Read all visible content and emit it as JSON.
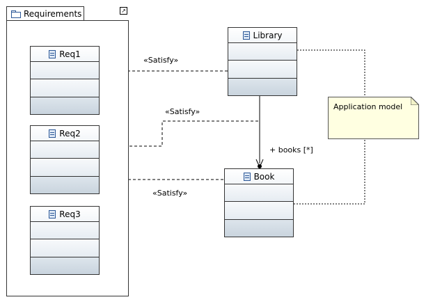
{
  "package": {
    "name": "Requirements",
    "icon": "folder-icon",
    "action_icon": "maximize-icon"
  },
  "classes": [
    {
      "name": "Req1",
      "icon": "class-icon"
    },
    {
      "name": "Req2",
      "icon": "class-icon"
    },
    {
      "name": "Req3",
      "icon": "class-icon"
    },
    {
      "name": "Library",
      "icon": "class-icon"
    },
    {
      "name": "Book",
      "icon": "class-icon"
    }
  ],
  "note": {
    "text": "Application model"
  },
  "edges": {
    "satisfy_1": "«Satisfy»",
    "satisfy_2": "«Satisfy»",
    "satisfy_3": "«Satisfy»",
    "association": "+ books [*]"
  },
  "colors": {
    "note_fill": "#ffffe1",
    "icon_blue": "#2b5797",
    "compartment_dark": "#c9d4de"
  }
}
